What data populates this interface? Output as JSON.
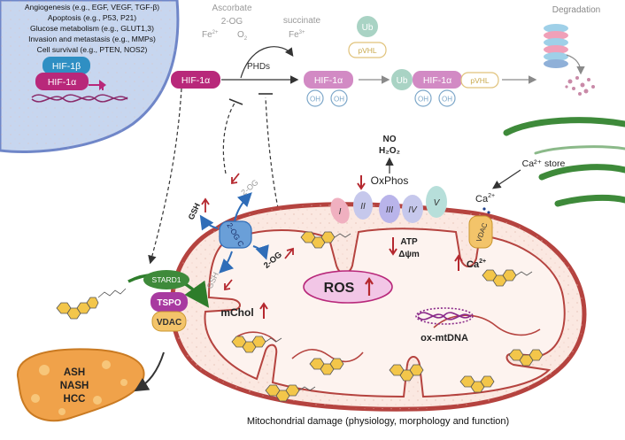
{
  "nucleus": {
    "lines": [
      "Angiogenesis (e.g., EGF, VEGF, TGF-β)",
      "Apoptosis (e.g., P53, P21)",
      "Glucose metabolism (e.g., GLUT1,3)",
      "Invasion and metastasis (e.g., MMPs)",
      "Cell survival (e.g., PTEN, NOS2)"
    ],
    "hif1b": "HIF-1β",
    "hif1a": "HIF-1α"
  },
  "hif_pathway": {
    "hif1a": "HIF-1α",
    "ascorbate": "Ascorbate",
    "two_og": "2-OG",
    "fe2": "Fe",
    "fe2_sup": "2+",
    "o2": "O",
    "o2_sub": "2",
    "succinate": "succinate",
    "fe3": "Fe",
    "fe3_sup": "3+",
    "phds": "PHDs",
    "oh": "OH",
    "ub": "Ub",
    "pvhl": "pVHL",
    "degradation": "Degradation"
  },
  "mito": {
    "two_og_left": "2-OG",
    "gsh_top": "GSH",
    "gsh_bottom": "GSH",
    "carrier": "2-OG C",
    "two_og_mid": "2-OG",
    "no": "NO",
    "h2o2": "H₂O₂",
    "oxphos": "OxPhos",
    "complexes": [
      "I",
      "II",
      "III",
      "IV",
      "V"
    ],
    "atp": "ATP",
    "dpsi": "Δψm",
    "ros": "ROS",
    "ca2_store": "Ca²⁺ store",
    "ca2_top": "Ca",
    "ca2_top_sup": "2+",
    "ca2_bottom": "Ca",
    "ca2_bottom_sup": "2+",
    "vdac_right": "VDAC",
    "stard1": "STARD1",
    "tspo": "TSPO",
    "vdac_left": "VDAC",
    "mchol": "mChol",
    "mtdna": "ox-mtDNA",
    "caption": "Mitochondrial damage (physiology, morphology and function)"
  },
  "liver": {
    "lines": [
      "ASH",
      "NASH",
      "HCC"
    ]
  },
  "colors": {
    "nucleus_fill": "#c7d6ef",
    "nucleus_stroke": "#6f86c8",
    "hif1a": "#b8287a",
    "hif1b": "#2f8fc3",
    "hif_light": "#d28ac4",
    "mito_outer": "#b5433f",
    "mito_fill": "#fbe8e1",
    "er_green": "#3e8a3a",
    "arrow_red": "#b5282f",
    "ros_fill": "#f2c6e6"
  }
}
